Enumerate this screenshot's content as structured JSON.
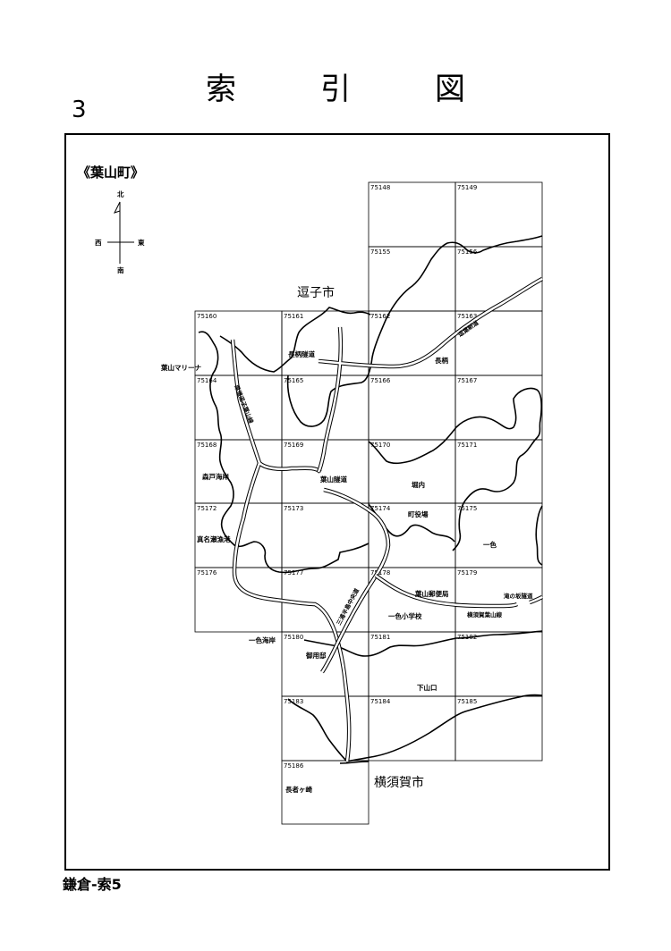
{
  "header": {
    "title_chars": [
      "索",
      "引",
      "図"
    ],
    "page_number": "3"
  },
  "town_label": "《葉山町》",
  "compass": {
    "north": "北",
    "south": "南",
    "east": "東",
    "west": "西"
  },
  "cities": {
    "zushi": "逗子市",
    "yokosuka": "横須賀市"
  },
  "grid": {
    "cells": [
      "75148",
      "75149",
      "75155",
      "75156",
      "75160",
      "75161",
      "75162",
      "75163",
      "75164",
      "75165",
      "75166",
      "75167",
      "75168",
      "75169",
      "75170",
      "75171",
      "75172",
      "75173",
      "75174",
      "75175",
      "75176",
      "75177",
      "75178",
      "75179",
      "75180",
      "75181",
      "75182",
      "75183",
      "75184",
      "75185",
      "75186"
    ]
  },
  "places": {
    "nagae_tunnel": "長柄隧道",
    "nagae": "長柄",
    "hayama_marina": "葉山マリーナ",
    "morito": "森戸海岸",
    "manazuru": "真名瀬漁港",
    "hayama_tunnel": "葉山隧道",
    "horiuchi": "堀内",
    "town_office": "町役場",
    "isshiki": "一色",
    "post_office": "葉山郵便局",
    "isshiki_school": "一色小学校",
    "isshiki_beach": "一色海岸",
    "goyotei": "御用邸",
    "shimoyamaguchi": "下山口",
    "choujagasaki": "長者ヶ崎",
    "takinoshita_tunnel": "滝の坂隧道",
    "yokosuka_hayama_line": "横須賀葉山線",
    "zushi_line": "逗葉新道",
    "prefectural_road": "県道逗子葉山線",
    "miura_road": "三浦半島中央道"
  },
  "footer": "鎌倉-索5"
}
